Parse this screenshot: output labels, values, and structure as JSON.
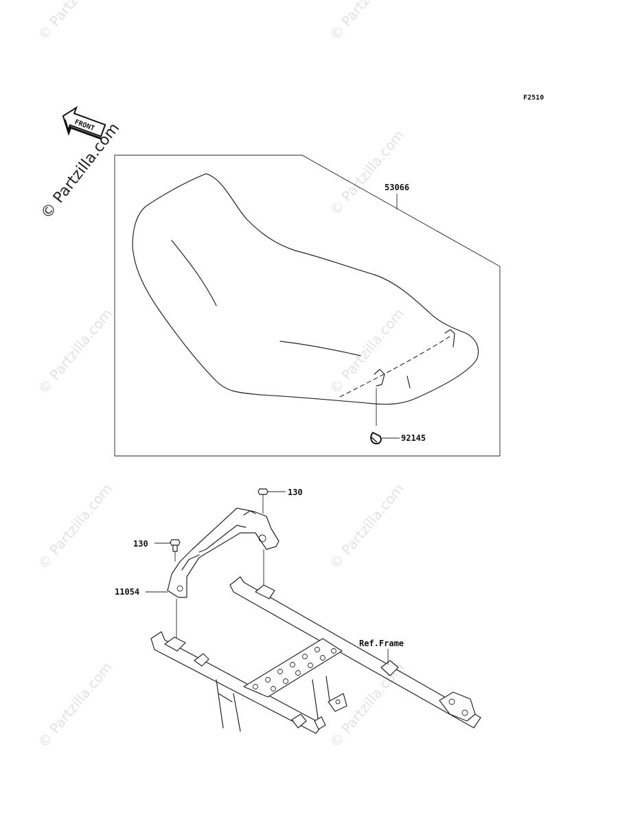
{
  "figure_code": "F2510",
  "front_arrow_label": "FRONT",
  "watermark_main": "© Partzilla.com",
  "watermark_tile": "© Partzilla.com",
  "parts": {
    "seat": "53066",
    "clip": "92145",
    "bolt_right": "130",
    "bolt_left": "130",
    "bracket": "11054",
    "frame_ref": "Ref.Frame"
  }
}
